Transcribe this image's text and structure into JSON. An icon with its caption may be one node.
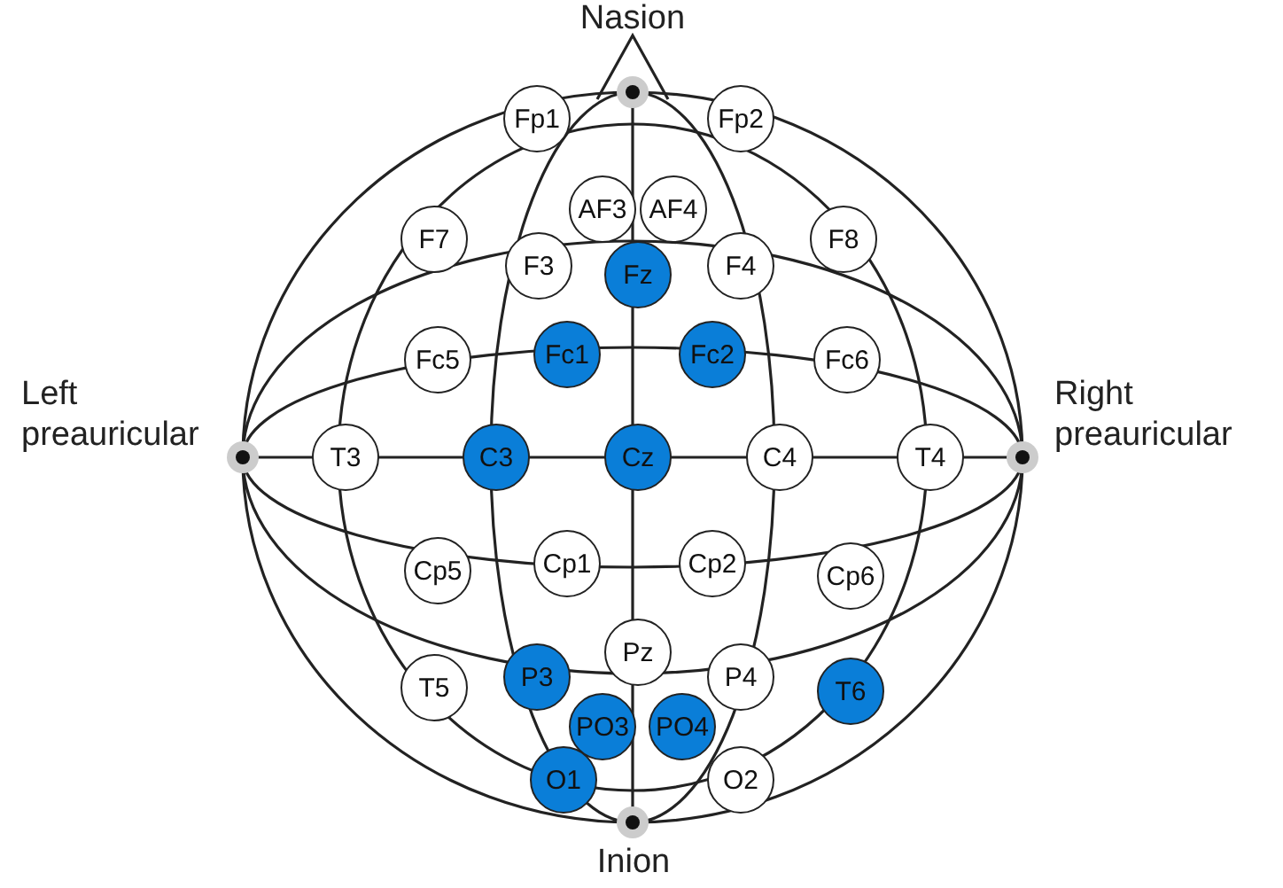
{
  "diagram": {
    "nodes": [
      {
        "text": [
          "Fp1"
        ]
      },
      {
        "text": [
          "Fp2"
        ]
      },
      {
        "text": [
          "AF3"
        ]
      },
      {
        "text": [
          "AF4"
        ]
      },
      {
        "text": [
          "F7"
        ]
      },
      {
        "text": [
          "F3"
        ]
      },
      {
        "text": [
          "Fz"
        ]
      },
      {
        "text": [
          "F4"
        ]
      },
      {
        "text": [
          "F8"
        ]
      },
      {
        "text": [
          "Fc5"
        ]
      },
      {
        "text": [
          "Fc1"
        ]
      },
      {
        "text": [
          "Fc2"
        ]
      },
      {
        "text": [
          "Fc6"
        ]
      },
      {
        "text": [
          "T3"
        ]
      },
      {
        "text": [
          "C3"
        ]
      },
      {
        "text": [
          "Cz"
        ]
      },
      {
        "text": [
          "C4"
        ]
      },
      {
        "text": [
          "T4"
        ]
      },
      {
        "text": [
          "Cp5"
        ]
      },
      {
        "text": [
          "Cp1"
        ]
      },
      {
        "text": [
          "Cp2"
        ]
      },
      {
        "text": [
          "Cp6"
        ]
      },
      {
        "text": [
          "T5"
        ]
      },
      {
        "text": [
          "P3"
        ]
      },
      {
        "text": [
          "Pz"
        ]
      },
      {
        "text": [
          "P4"
        ]
      },
      {
        "text": [
          "T6"
        ]
      },
      {
        "text": [
          "PO3"
        ]
      },
      {
        "text": [
          "PO4"
        ]
      },
      {
        "text": [
          "O1"
        ]
      },
      {
        "text": [
          "O2"
        ]
      }
    ],
    "labels": [
      "Nasion",
      "Left preauricular",
      "Right preauricular",
      "Inion"
    ]
  }
}
